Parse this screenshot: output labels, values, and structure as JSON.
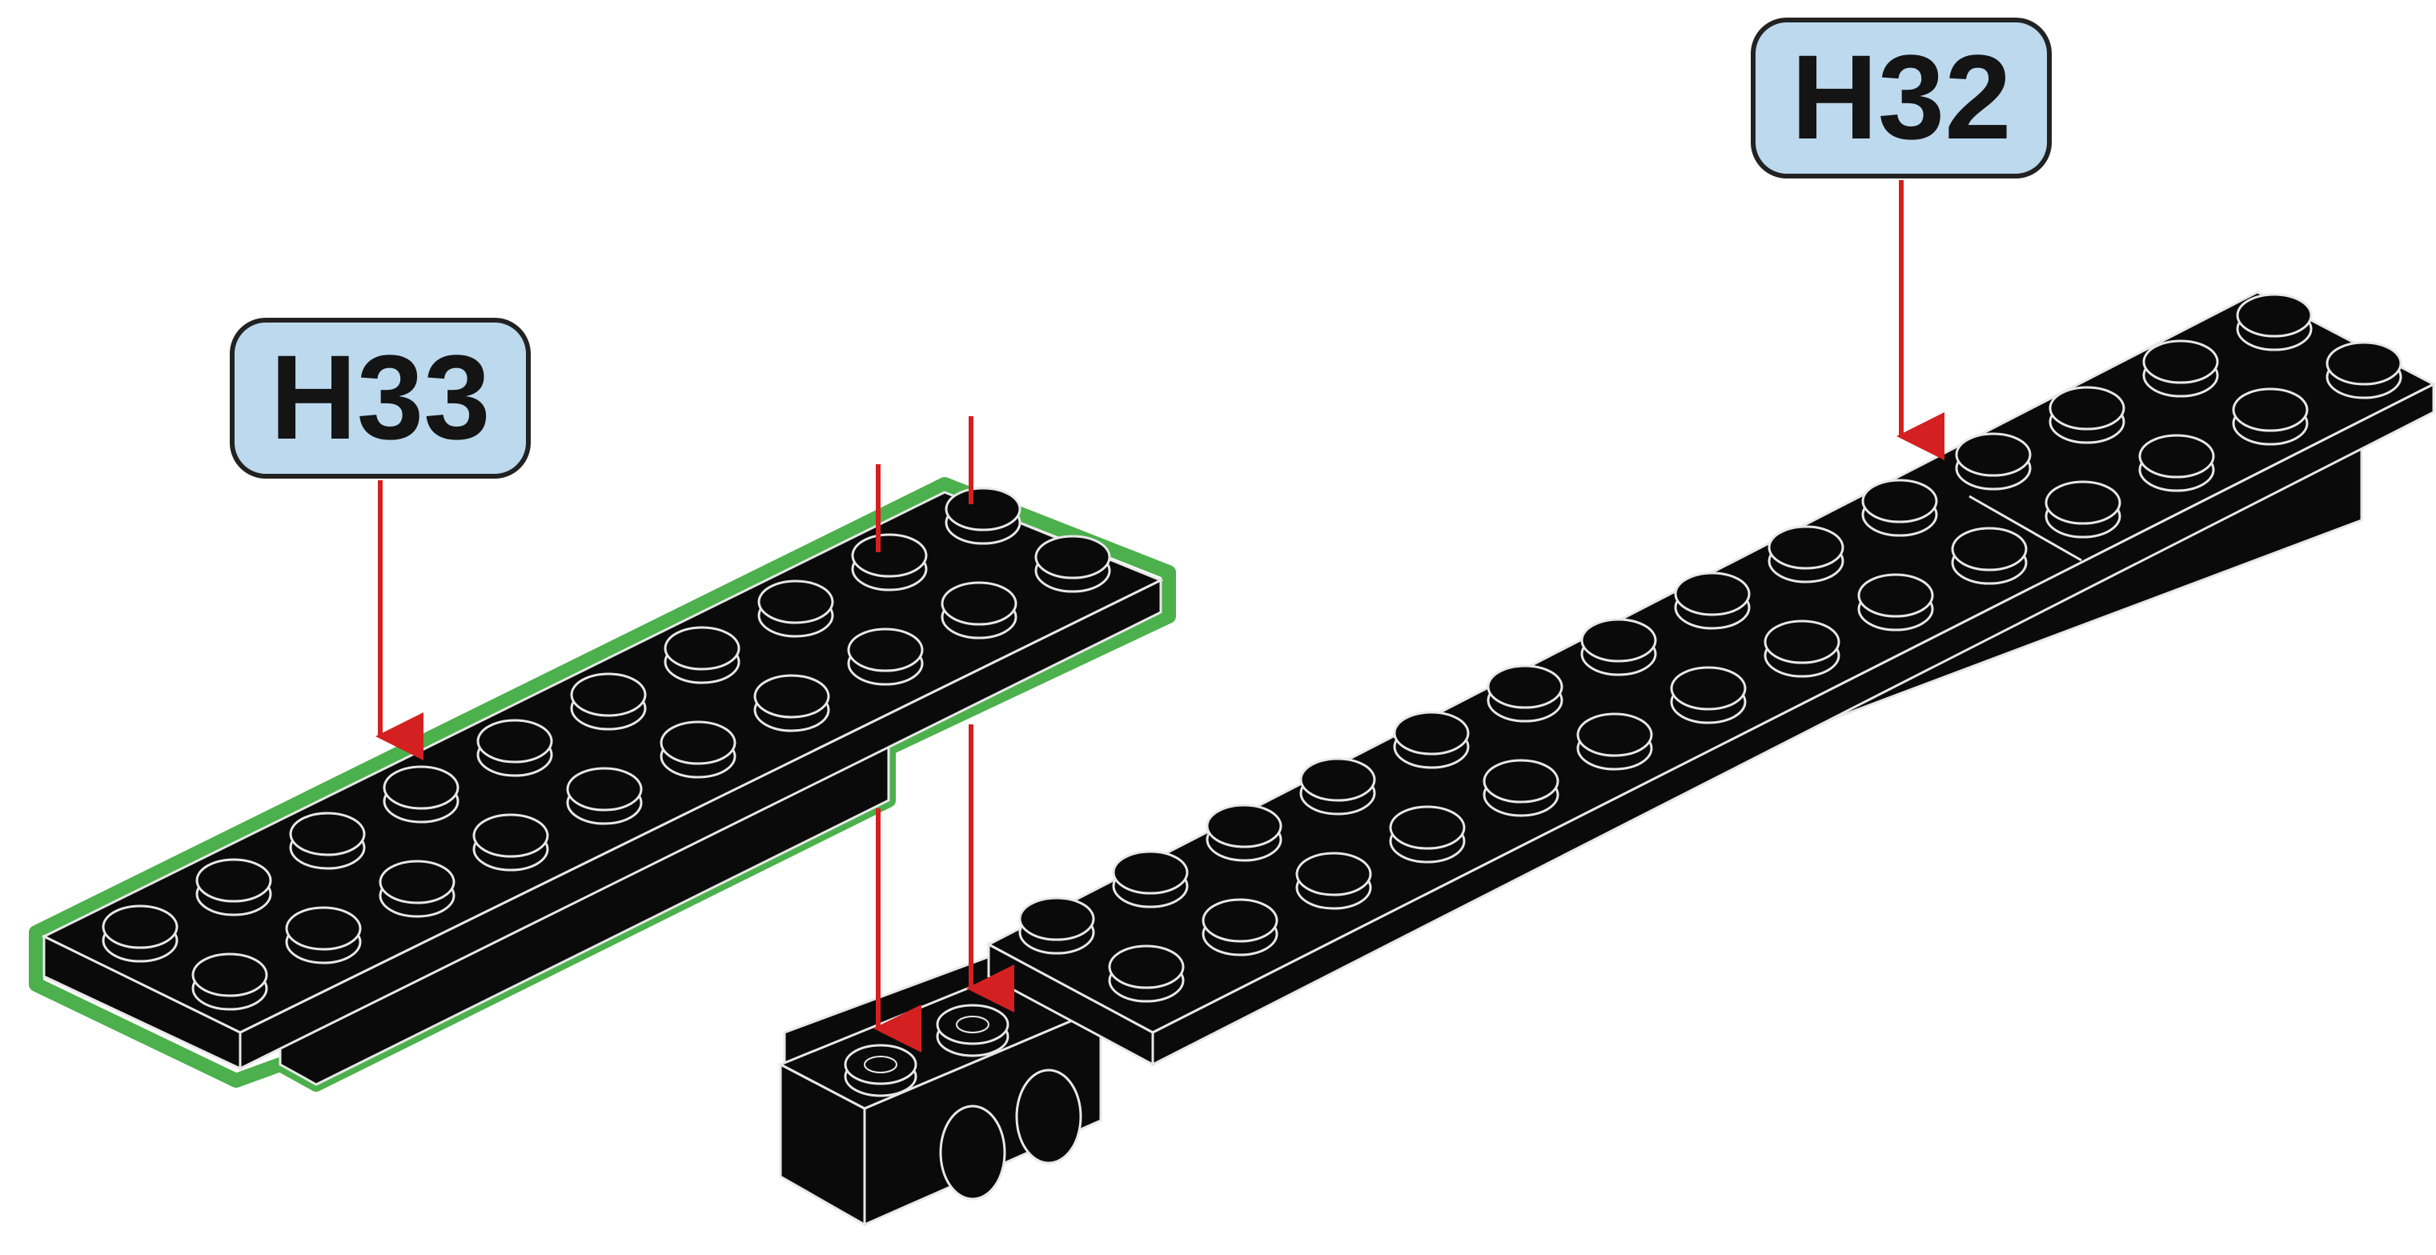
{
  "labels": {
    "h33": "H33",
    "h32": "H32"
  },
  "colors": {
    "brick": "#0a0a0a",
    "brick_edge": "#e8e8e8",
    "highlight": "#4cb04c",
    "arrow": "#d42020",
    "label_fill": "#bcd9ee",
    "label_border": "#222222",
    "label_text": "#141414"
  },
  "parts": [
    {
      "id": "plate-h33",
      "type": "plate 2x12",
      "highlighted": true
    },
    {
      "id": "plate-h32",
      "type": "plate 2x12",
      "highlighted": false
    },
    {
      "id": "plate-2x4",
      "type": "plate 2x4",
      "highlighted": false
    },
    {
      "id": "beam",
      "type": "technic brick with holes",
      "highlighted": false
    }
  ]
}
